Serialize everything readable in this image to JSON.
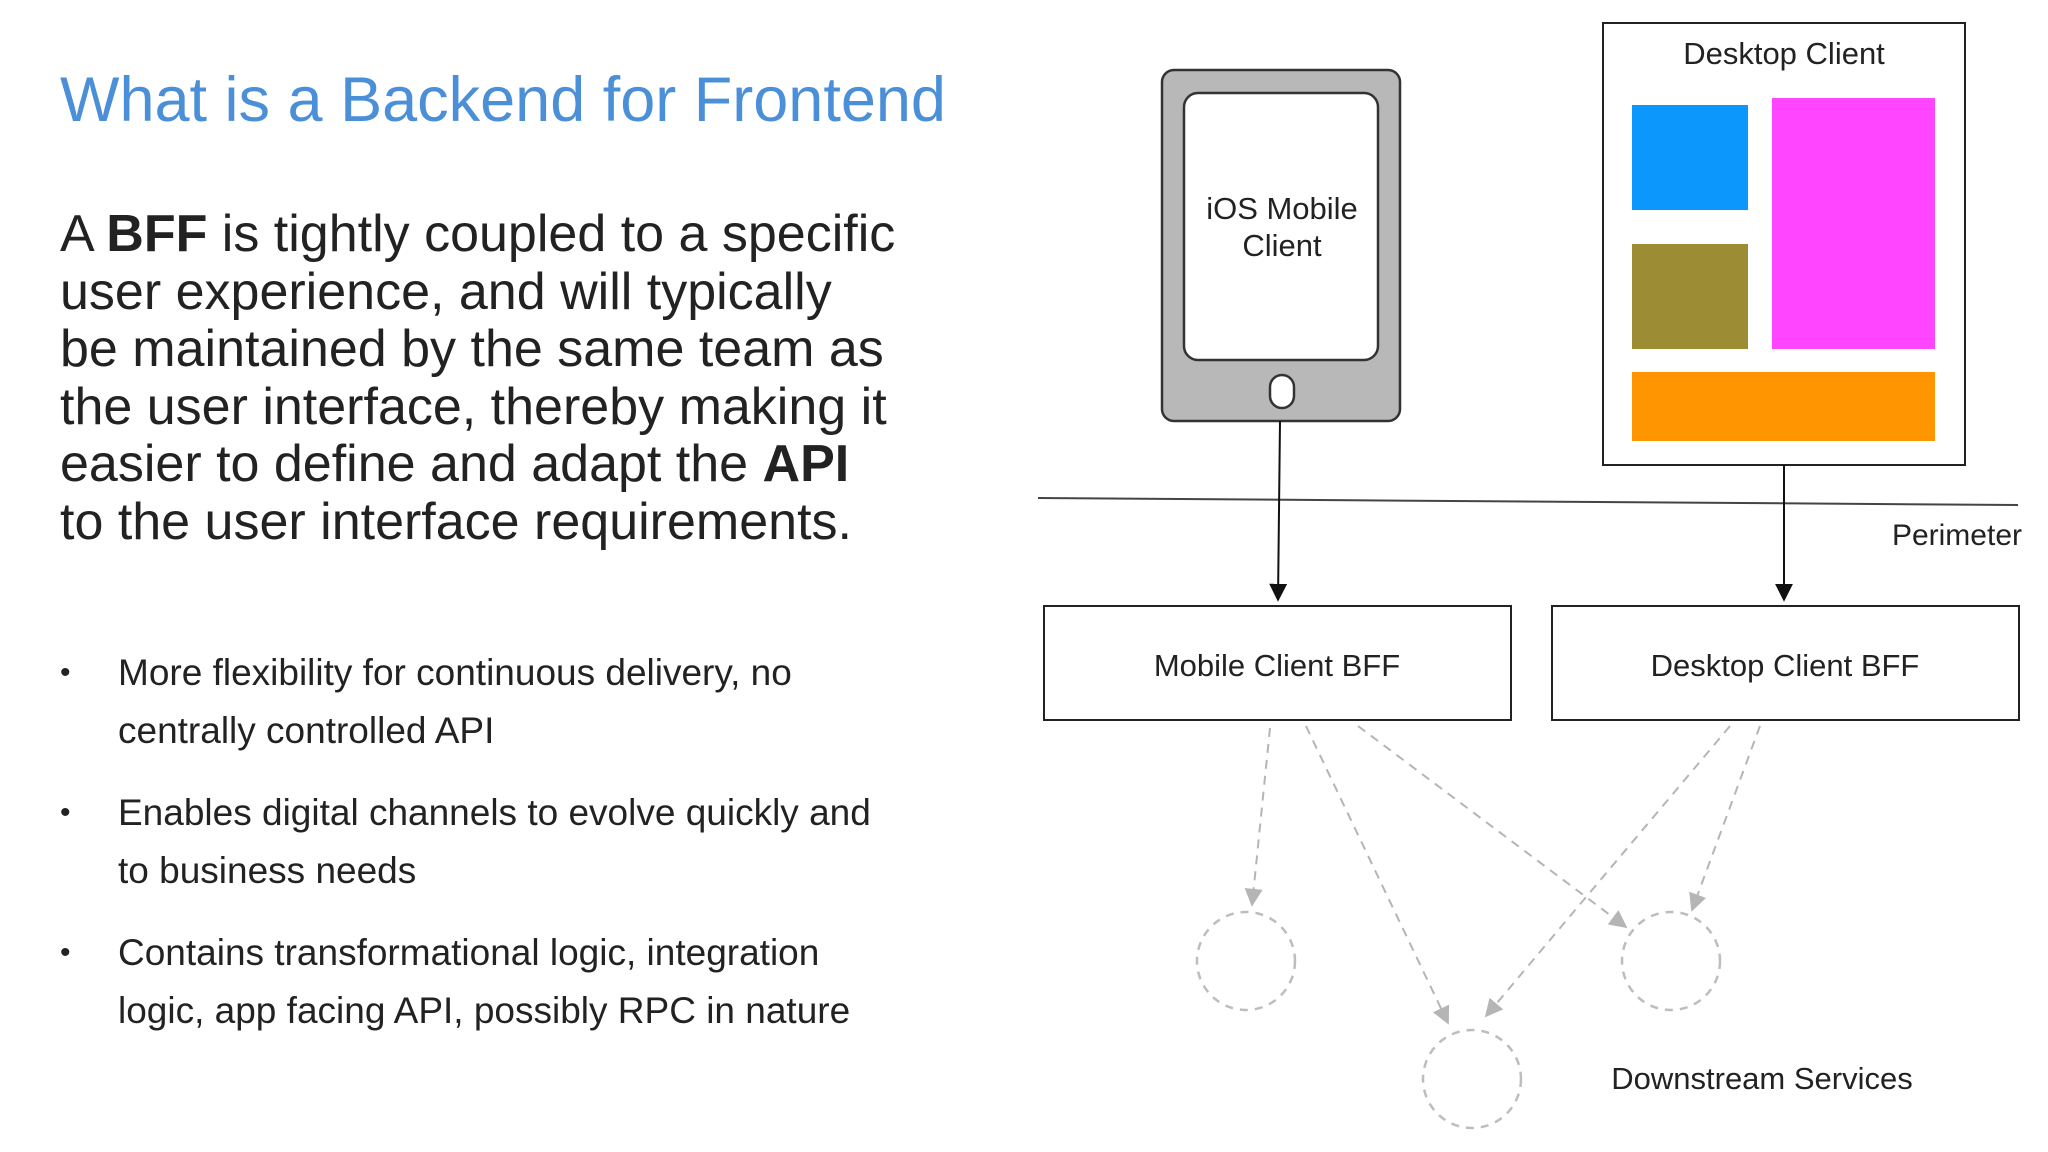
{
  "slide": {
    "title": "What is a Backend for Frontend",
    "lead": {
      "p1": "A ",
      "b1": "BFF",
      "p2": " is tightly coupled to a specific user experience, and will typically be maintained by the same team as the user interface, thereby making it easier to define and adapt the ",
      "b2": "API",
      "p3": " to the user interface requirements."
    },
    "bullets": [
      "More flexibility for continuous delivery, no centrally controlled API",
      "Enables digital channels to evolve quickly and to business needs",
      "Contains transformational logic, integration logic, app facing API, possibly RPC in nature"
    ],
    "bullet_glyph": "•"
  },
  "diagram": {
    "mobile_client": {
      "line1": "iOS Mobile",
      "line2": "Client"
    },
    "desktop_client": {
      "label": "Desktop Client",
      "panel_colors": [
        "#0b97fb",
        "#ff45ff",
        "#9c8c33",
        "#ff9500"
      ]
    },
    "perimeter_label": "Perimeter",
    "mobile_bff": "Mobile Client BFF",
    "desktop_bff": "Desktop Client BFF",
    "downstream_label": "Downstream Services"
  }
}
